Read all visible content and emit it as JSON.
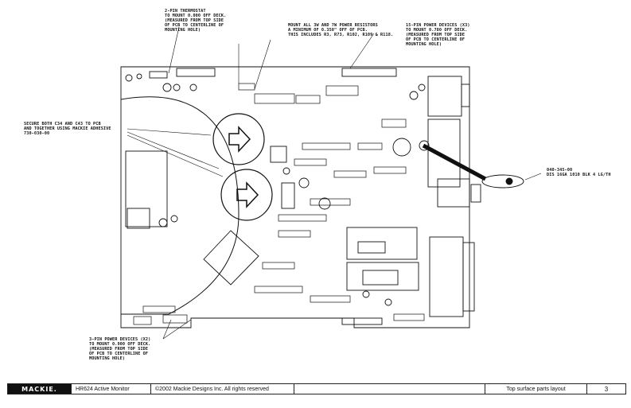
{
  "notes": {
    "thermostat": "2-PIN THERMOSTAT\nTO MOUNT 0.000 OFF DECK.\n(MEASURED FROM TOP SIDE\nOF PCB TO CENTERLINE OF\nMOUNTING HOLE)",
    "resistors": "MOUNT ALL 3W AND 7W POWER RESISTORS\nA MINIMUM OF 0.350\" OFF OF PCB.\nTHIS INCLUDES R3, R73, R102, R109 & R118.",
    "power15": "15-PIN POWER DEVICES (X3)\nTO MOUNT 0.780 OFF DECK.\n(MEASURED FROM TOP SIDE\nOF PCB TO CENTERLINE OF\nMOUNTING HOLE)",
    "secure": "SECURE BOTH C34 AND C43 TO PCB\nAND TOGETHER USING MACKIE ADHESIVE\n730-030-00",
    "cable": "040-345-00\nDIS 16GA 1010 BLK 4 LG/TH",
    "power3": "3-PIN POWER DEVICES (X2)\nTO MOUNT 0.900 OFF DECK.\n(MEASURED FROM TOP SIDE\nOF PCB TO CENTERLINE OF\nMOUNTING HOLE)"
  },
  "footer": {
    "logo": "MACKIE.",
    "product": "HR624 Active Monitor",
    "copyright": "©2002 Mackie Designs Inc. All rights reserved",
    "sheet_title": "Top surface parts layout",
    "page": "3"
  }
}
